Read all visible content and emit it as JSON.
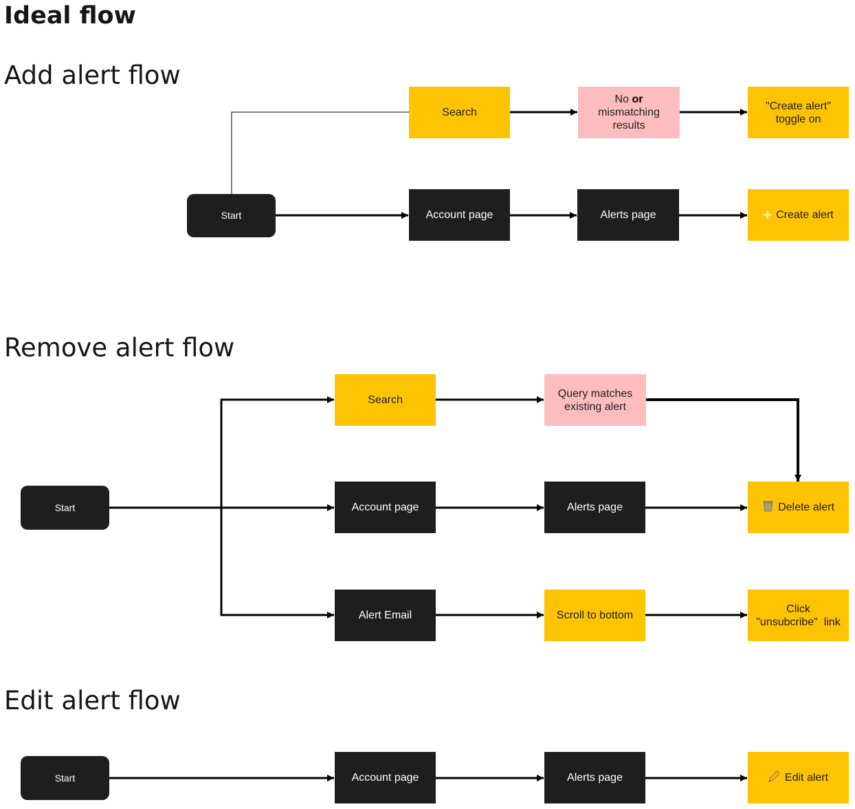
{
  "page_title": "Ideal flow",
  "sections": {
    "add": {
      "title": "Add alert flow",
      "start": "Start",
      "search": "Search",
      "no_prefix": "No ",
      "or_word": "or",
      "mismatch_rest": "mismatching results",
      "toggle_line1": "\"Create alert\"",
      "toggle_line2": "toggle on",
      "account": "Account page",
      "alerts": "Alerts page",
      "create": "Create alert"
    },
    "remove": {
      "title": "Remove alert flow",
      "start": "Start",
      "search": "Search",
      "query_line1": "Query matches",
      "query_line2": "existing alert",
      "account": "Account page",
      "alerts": "Alerts page",
      "delete": "Delete alert",
      "email": "Alert Email",
      "scroll": "Scroll to bottom",
      "click_line1": "Click",
      "click_line2": "\"unsubcribe\"  link"
    },
    "edit": {
      "title": "Edit alert flow",
      "start": "Start",
      "account": "Account page",
      "alerts": "Alerts page",
      "edit": "Edit alert"
    }
  },
  "colors": {
    "dark_node": "#1e1e1e",
    "yellow_node": "#fec403",
    "pink_node": "#fdbdbe",
    "line": "#000000"
  },
  "icons": {
    "create": "plus-icon",
    "delete": "trash-icon",
    "edit": "pencil-icon"
  }
}
